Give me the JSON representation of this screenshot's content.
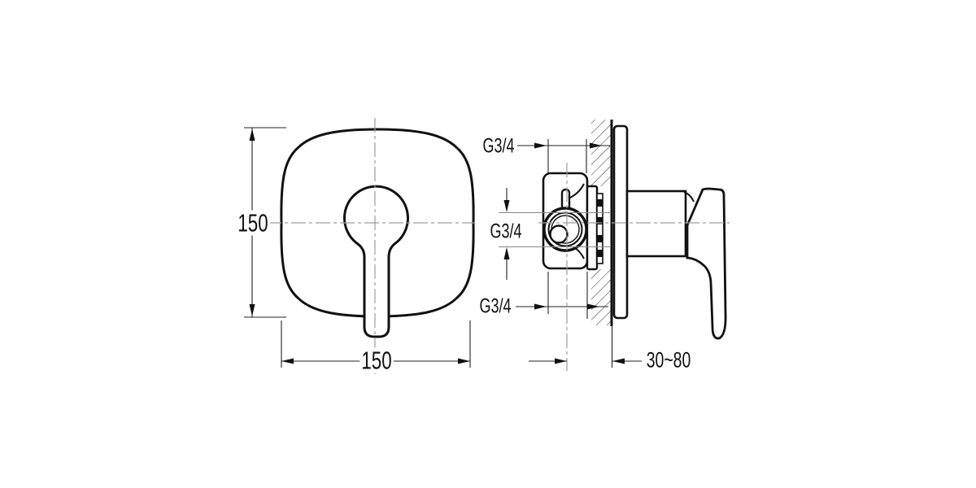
{
  "drawing": {
    "front_view": {
      "height_label": "150",
      "width_label": "150"
    },
    "side_view": {
      "top_port_label": "G3/4",
      "middle_port_label": "G3/4",
      "bottom_port_label": "G3/4",
      "depth_label": "30~80"
    },
    "colors": {
      "line": "#111111",
      "centerline": "#9e9e9e",
      "background": "#ffffff"
    }
  }
}
